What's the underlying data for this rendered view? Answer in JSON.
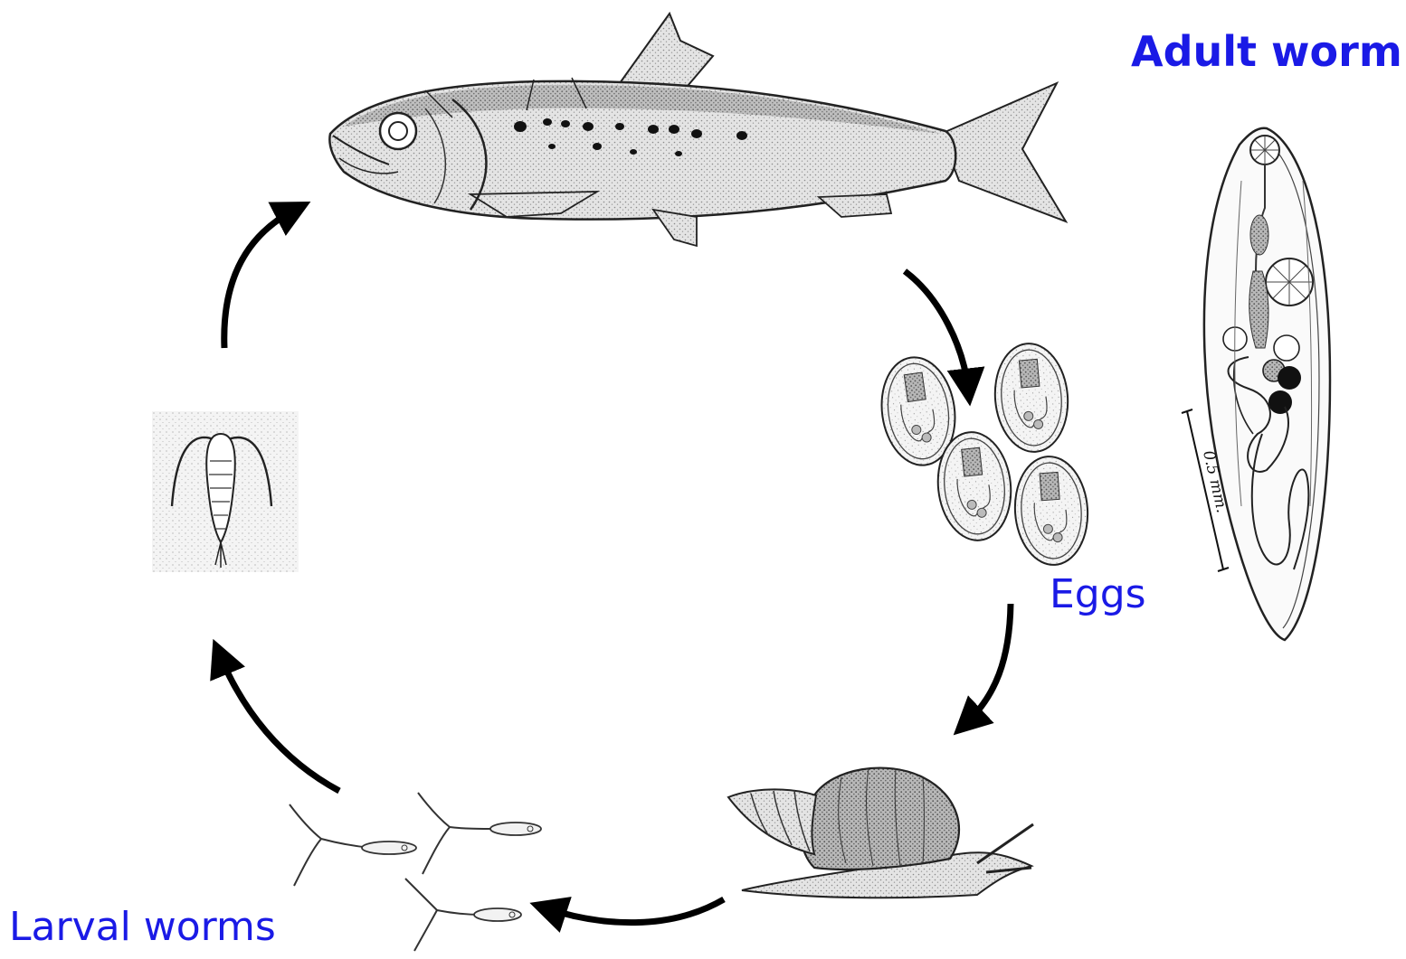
{
  "labels": {
    "adult_worm": "Adult worm",
    "eggs": "Eggs",
    "larval_worms": "Larval worms",
    "scale_bar": "0.5 mm."
  },
  "stages": [
    {
      "id": "fish",
      "icon": "fish-host-icon"
    },
    {
      "id": "eggs",
      "icon": "worm-eggs-icon"
    },
    {
      "id": "snail",
      "icon": "snail-host-icon"
    },
    {
      "id": "larvae",
      "icon": "cercaria-larvae-icon"
    },
    {
      "id": "copepod",
      "icon": "copepod-host-icon"
    },
    {
      "id": "adult",
      "icon": "adult-fluke-icon"
    }
  ],
  "colors": {
    "label_blue": "#1a1ae6",
    "arrow": "#000000",
    "drawing_stroke": "#222222",
    "drawing_fill": "#d9d9d9"
  }
}
